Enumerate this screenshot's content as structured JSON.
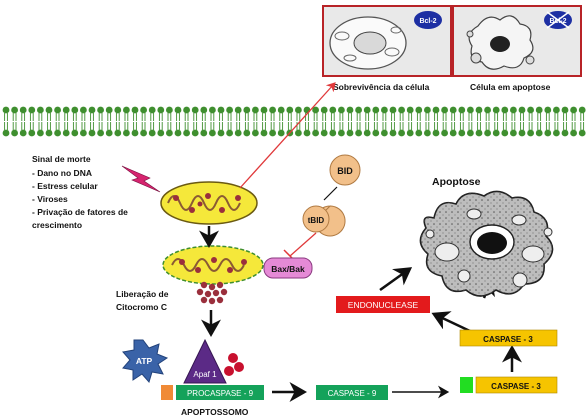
{
  "panels": {
    "survival_label": "Sobrevivência da célula",
    "apoptosis_label": "Célula em apoptose",
    "bcl2_label": "Bcl-2"
  },
  "death_signal": {
    "title": "Sinal de morte",
    "items": [
      "- Dano no DNA",
      "- Estress celular",
      "- Viroses",
      "- Privação de fatores de",
      "crescimento"
    ]
  },
  "proteins": {
    "bid": "BID",
    "tbid": "tBID",
    "bax_bak": "Bax/Bak",
    "atp": "ATP",
    "apaf1": "Apaf 1"
  },
  "cytochrome_label": [
    "Liberação de",
    "Citocromo C"
  ],
  "apoptosome_label": "APOPTOSSOMO",
  "apoptosis_title": "Apoptose",
  "enzymes": {
    "procaspase9": "PROCASPASE - 9",
    "caspase9": "CASPASE - 9",
    "caspase3_active": "CASPASE - 3",
    "caspase3_upper": "CASPASE - 3",
    "endonuclease": "ENDONUCLEASE"
  },
  "colors": {
    "membrane": "#3f8f2f",
    "mito_outer": "#f5e83a",
    "mito_inner": "#8a5a34",
    "vesicle": "#9a2f3c",
    "bid": "#f2c08a",
    "bax_bak": "#e58ad6",
    "caspase_green": "#14a25a",
    "caspase_yellow": "#f6c400",
    "endonuclease_red": "#e31a1c",
    "apaf_purple": "#5b2a86",
    "atp_blue": "#3a63a8",
    "signal_magenta": "#d6246f",
    "panel_border": "#b82327",
    "bcl2_blue": "#1d2fa3",
    "arrow_red": "#e0393b"
  }
}
